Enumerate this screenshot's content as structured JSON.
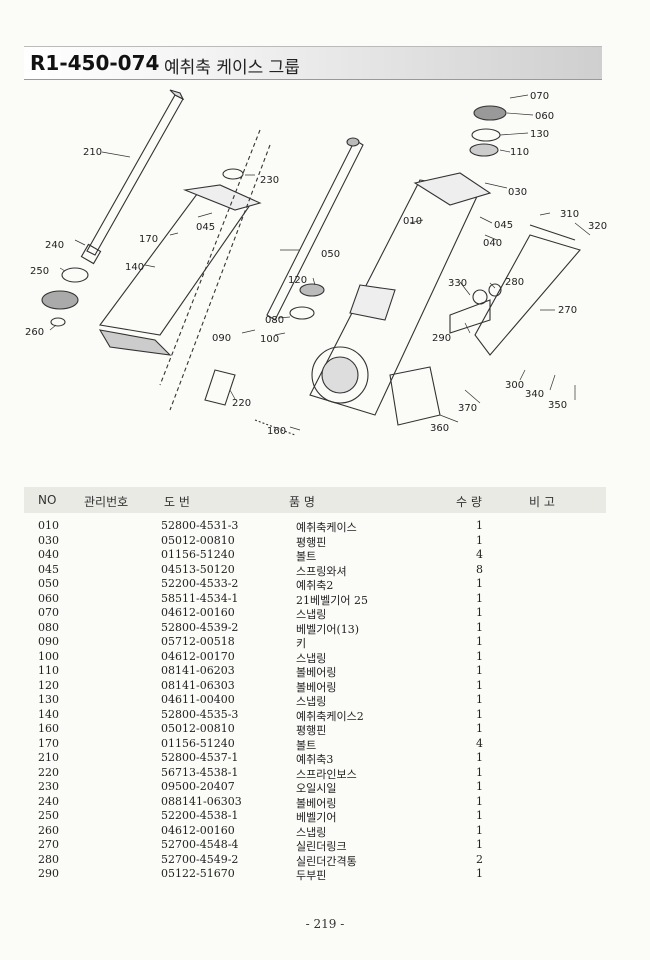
{
  "header": {
    "code": "R1-450-074",
    "name": "예취축 케이스 그룹"
  },
  "diagram": {
    "callouts": [
      "070",
      "060",
      "130",
      "110",
      "030",
      "310",
      "320",
      "045",
      "040",
      "010",
      "230",
      "210",
      "045",
      "170",
      "050",
      "240",
      "250",
      "140",
      "120",
      "280",
      "330",
      "270",
      "080",
      "090",
      "100",
      "290",
      "260",
      "300",
      "340",
      "350",
      "370",
      "220",
      "360",
      "160"
    ]
  },
  "table": {
    "headers": {
      "no": "NO",
      "mgmt": "관리번호",
      "drawing": "도 번",
      "name": "품 명",
      "qty": "수 량",
      "remark": "비 고"
    },
    "rows": [
      {
        "no": "010",
        "code": "52800-4531-3",
        "name": "예취축케이스",
        "qty": "1"
      },
      {
        "no": "030",
        "code": "05012-00810",
        "name": "평행핀",
        "qty": "1"
      },
      {
        "no": "040",
        "code": "01156-51240",
        "name": "볼트",
        "qty": "4"
      },
      {
        "no": "045",
        "code": "04513-50120",
        "name": "스프링와셔",
        "qty": "8"
      },
      {
        "no": "050",
        "code": "52200-4533-2",
        "name": "예취축2",
        "qty": "1"
      },
      {
        "no": "060",
        "code": "58511-4534-1",
        "name": "21베벨기어 25",
        "qty": "1"
      },
      {
        "no": "070",
        "code": "04612-00160",
        "name": "스냅링",
        "qty": "1"
      },
      {
        "no": "080",
        "code": "52800-4539-2",
        "name": "베벨기어(13)",
        "qty": "1"
      },
      {
        "no": "090",
        "code": "05712-00518",
        "name": "키",
        "qty": "1"
      },
      {
        "no": "100",
        "code": "04612-00170",
        "name": "스냅링",
        "qty": "1"
      },
      {
        "no": "110",
        "code": "08141-06203",
        "name": "볼베어링",
        "qty": "1"
      },
      {
        "no": "120",
        "code": "08141-06303",
        "name": "볼베어링",
        "qty": "1"
      },
      {
        "no": "130",
        "code": "04611-00400",
        "name": "스냅링",
        "qty": "1"
      },
      {
        "no": "140",
        "code": "52800-4535-3",
        "name": "예취축케이스2",
        "qty": "1"
      },
      {
        "no": "160",
        "code": "05012-00810",
        "name": "평행핀",
        "qty": "1"
      },
      {
        "no": "170",
        "code": "01156-51240",
        "name": "볼트",
        "qty": "4"
      },
      {
        "no": "210",
        "code": "52800-4537-1",
        "name": "예취축3",
        "qty": "1"
      },
      {
        "no": "220",
        "code": "56713-4538-1",
        "name": "스프라인보스",
        "qty": "1"
      },
      {
        "no": "230",
        "code": "09500-20407",
        "name": "오일시일",
        "qty": "1"
      },
      {
        "no": "240",
        "code": "088141-06303",
        "name": "볼베어링",
        "qty": "1"
      },
      {
        "no": "250",
        "code": "52200-4538-1",
        "name": "베벨기어",
        "qty": "1"
      },
      {
        "no": "260",
        "code": "04612-00160",
        "name": "스냅링",
        "qty": "1"
      },
      {
        "no": "270",
        "code": "52700-4548-4",
        "name": "실린더링크",
        "qty": "1"
      },
      {
        "no": "280",
        "code": "52700-4549-2",
        "name": "실린더간격통",
        "qty": "2"
      },
      {
        "no": "290",
        "code": "05122-51670",
        "name": "두부핀",
        "qty": "1"
      }
    ]
  },
  "footer": {
    "page": "- 219 -"
  }
}
